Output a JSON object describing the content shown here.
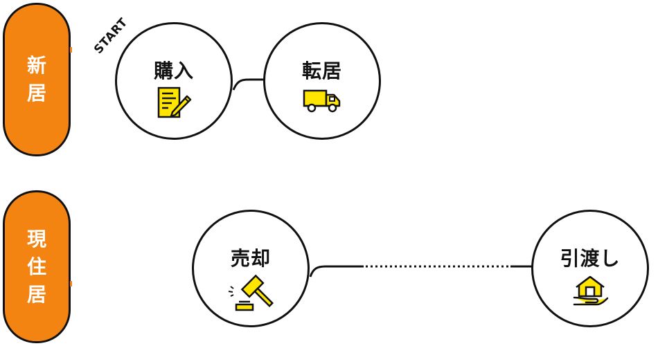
{
  "rows": {
    "new_home": {
      "label_chars": [
        "新",
        "居"
      ]
    },
    "current_home": {
      "label_chars": [
        "現",
        "住",
        "居"
      ]
    }
  },
  "start_label": "START",
  "nodes": {
    "purchase": {
      "label": "購入",
      "icon": "document-pen-icon"
    },
    "move": {
      "label": "転居",
      "icon": "truck-icon"
    },
    "sale": {
      "label": "売却",
      "icon": "gavel-icon"
    },
    "handover": {
      "label": "引渡し",
      "icon": "house-hand-icon"
    }
  },
  "colors": {
    "accent_orange": "#f38412",
    "icon_yellow": "#ffe500",
    "stroke": "#111111"
  }
}
